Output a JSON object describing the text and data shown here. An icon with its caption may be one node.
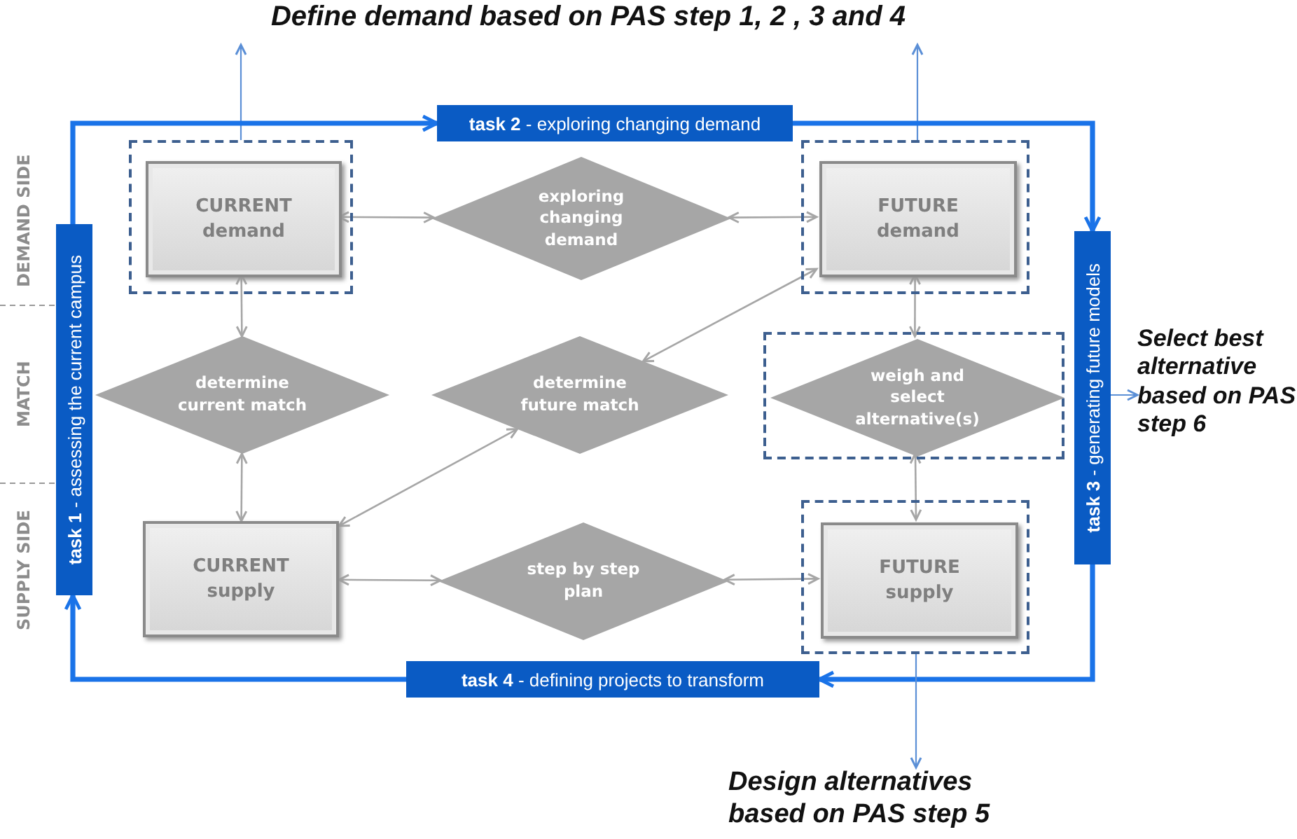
{
  "diagram": {
    "nodes": [
      {
        "text": [
          "Define demand based on PAS step 1, 2 , 3 and 4"
        ]
      },
      {
        "text": [
          "**task 2** - exploring changing demand"
        ]
      },
      {
        "text": [],
        "shape": "box"
      },
      {
        "text": [
          "CURRENT demand"
        ],
        "in": 2
      },
      {
        "text": [
          "exploring changing demand"
        ]
      },
      {
        "text": [],
        "shape": "box"
      },
      {
        "text": [
          "FUTURE demand"
        ],
        "in": 5
      },
      {
        "text": [
          "**task 1** - assessing the current campus"
        ]
      },
      {
        "text": [
          "**task 3** - generating future models"
        ]
      },
      {
        "text": [
          "determine current match"
        ]
      },
      {
        "text": [
          "determine future match"
        ]
      },
      {
        "text": [],
        "shape": "box"
      },
      {
        "text": [
          "weigh and select alternative(s)"
        ],
        "in": 11
      },
      {
        "text": [
          "Select best alternative based on PAS step 6"
        ]
      },
      {
        "text": [
          "CURRENT supply"
        ]
      },
      {
        "text": [
          "step by step plan"
        ]
      },
      {
        "text": [],
        "shape": "box"
      },
      {
        "text": [
          "FUTURE supply"
        ],
        "in": 16
      },
      {
        "text": [
          "**task 4** - defining projects to transform"
        ]
      },
      {
        "text": [
          "Design alternatives based on PAS step 5"
        ]
      }
    ],
    "edges": [
      {
        "from": 2,
        "to": 0,
        "arrow": "to",
        "color": "#5b8fd6"
      },
      {
        "from": 5,
        "to": 0,
        "arrow": "to",
        "color": "#5b8fd6"
      },
      {
        "from": 7,
        "to": 1,
        "arrow": "to",
        "style": "thick",
        "color": "#1a73e8"
      },
      {
        "from": 1,
        "to": 8,
        "arrow": "to",
        "style": "thick",
        "color": "#1a73e8"
      },
      {
        "from": 8,
        "to": 18,
        "arrow": "to",
        "style": "thick",
        "color": "#1a73e8"
      },
      {
        "from": 18,
        "to": 7,
        "arrow": "to",
        "style": "thick",
        "color": "#1a73e8"
      },
      {
        "from": 3,
        "to": 4,
        "arrow": "both"
      },
      {
        "from": 4,
        "to": 6,
        "arrow": "both"
      },
      {
        "from": 3,
        "to": 9,
        "arrow": "both"
      },
      {
        "from": 6,
        "to": 10,
        "arrow": "both"
      },
      {
        "from": 6,
        "to": 12,
        "arrow": "both"
      },
      {
        "from": 9,
        "to": 14,
        "arrow": "both"
      },
      {
        "from": 14,
        "to": 10,
        "arrow": "both"
      },
      {
        "from": 14,
        "to": 15,
        "arrow": "both"
      },
      {
        "from": 15,
        "to": 17,
        "arrow": "both"
      },
      {
        "from": 12,
        "to": 17,
        "arrow": "both"
      },
      {
        "from": 8,
        "to": 13,
        "arrow": "to",
        "color": "#5b8fd6"
      },
      {
        "from": 16,
        "to": 19,
        "arrow": "to",
        "color": "#5b8fd6"
      }
    ],
    "labels": [
      "DEMAND SIDE",
      "MATCH",
      "SUPPLY SIDE"
    ]
  }
}
